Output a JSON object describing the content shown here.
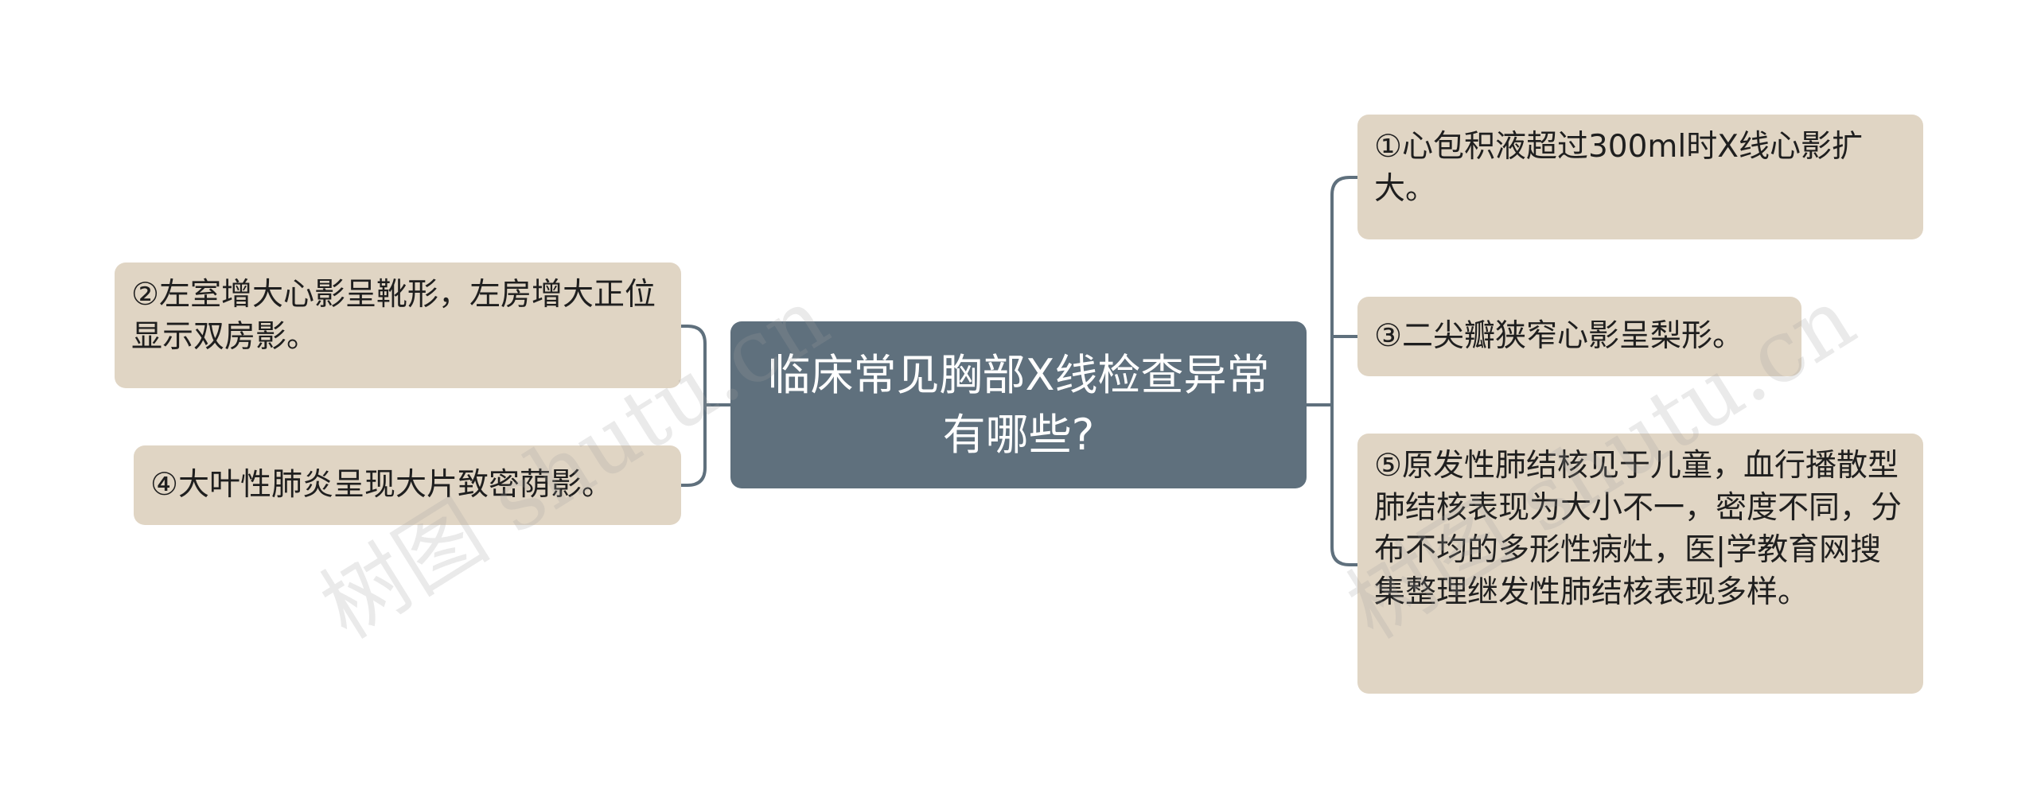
{
  "diagram": {
    "center": {
      "text": "临床常见胸部X线检查异常有哪些?"
    },
    "left_nodes": [
      {
        "id": "2",
        "text": "②左室增大心影呈靴形，左房增大正位显示双房影。"
      },
      {
        "id": "4",
        "text": "④大叶性肺炎呈现大片致密荫影。"
      }
    ],
    "right_nodes": [
      {
        "id": "1",
        "text": "①心包积液超过300ml时X线心影扩大。"
      },
      {
        "id": "3",
        "text": "③二尖瓣狭窄心影呈梨形。"
      },
      {
        "id": "5",
        "text": "⑤原发性肺结核见于儿童，血行播散型肺结核表现为大小不一，密度不同，分布不均的多形性病灶，医|学教育网搜集整理继发性肺结核表现多样。"
      }
    ]
  },
  "watermark": {
    "text": "树图 shutu.cn"
  },
  "colors": {
    "center_fill": "#5f707d",
    "leaf_fill": "#e0d5c4",
    "connector": "#5f707d",
    "text": "#1f1f1f"
  }
}
